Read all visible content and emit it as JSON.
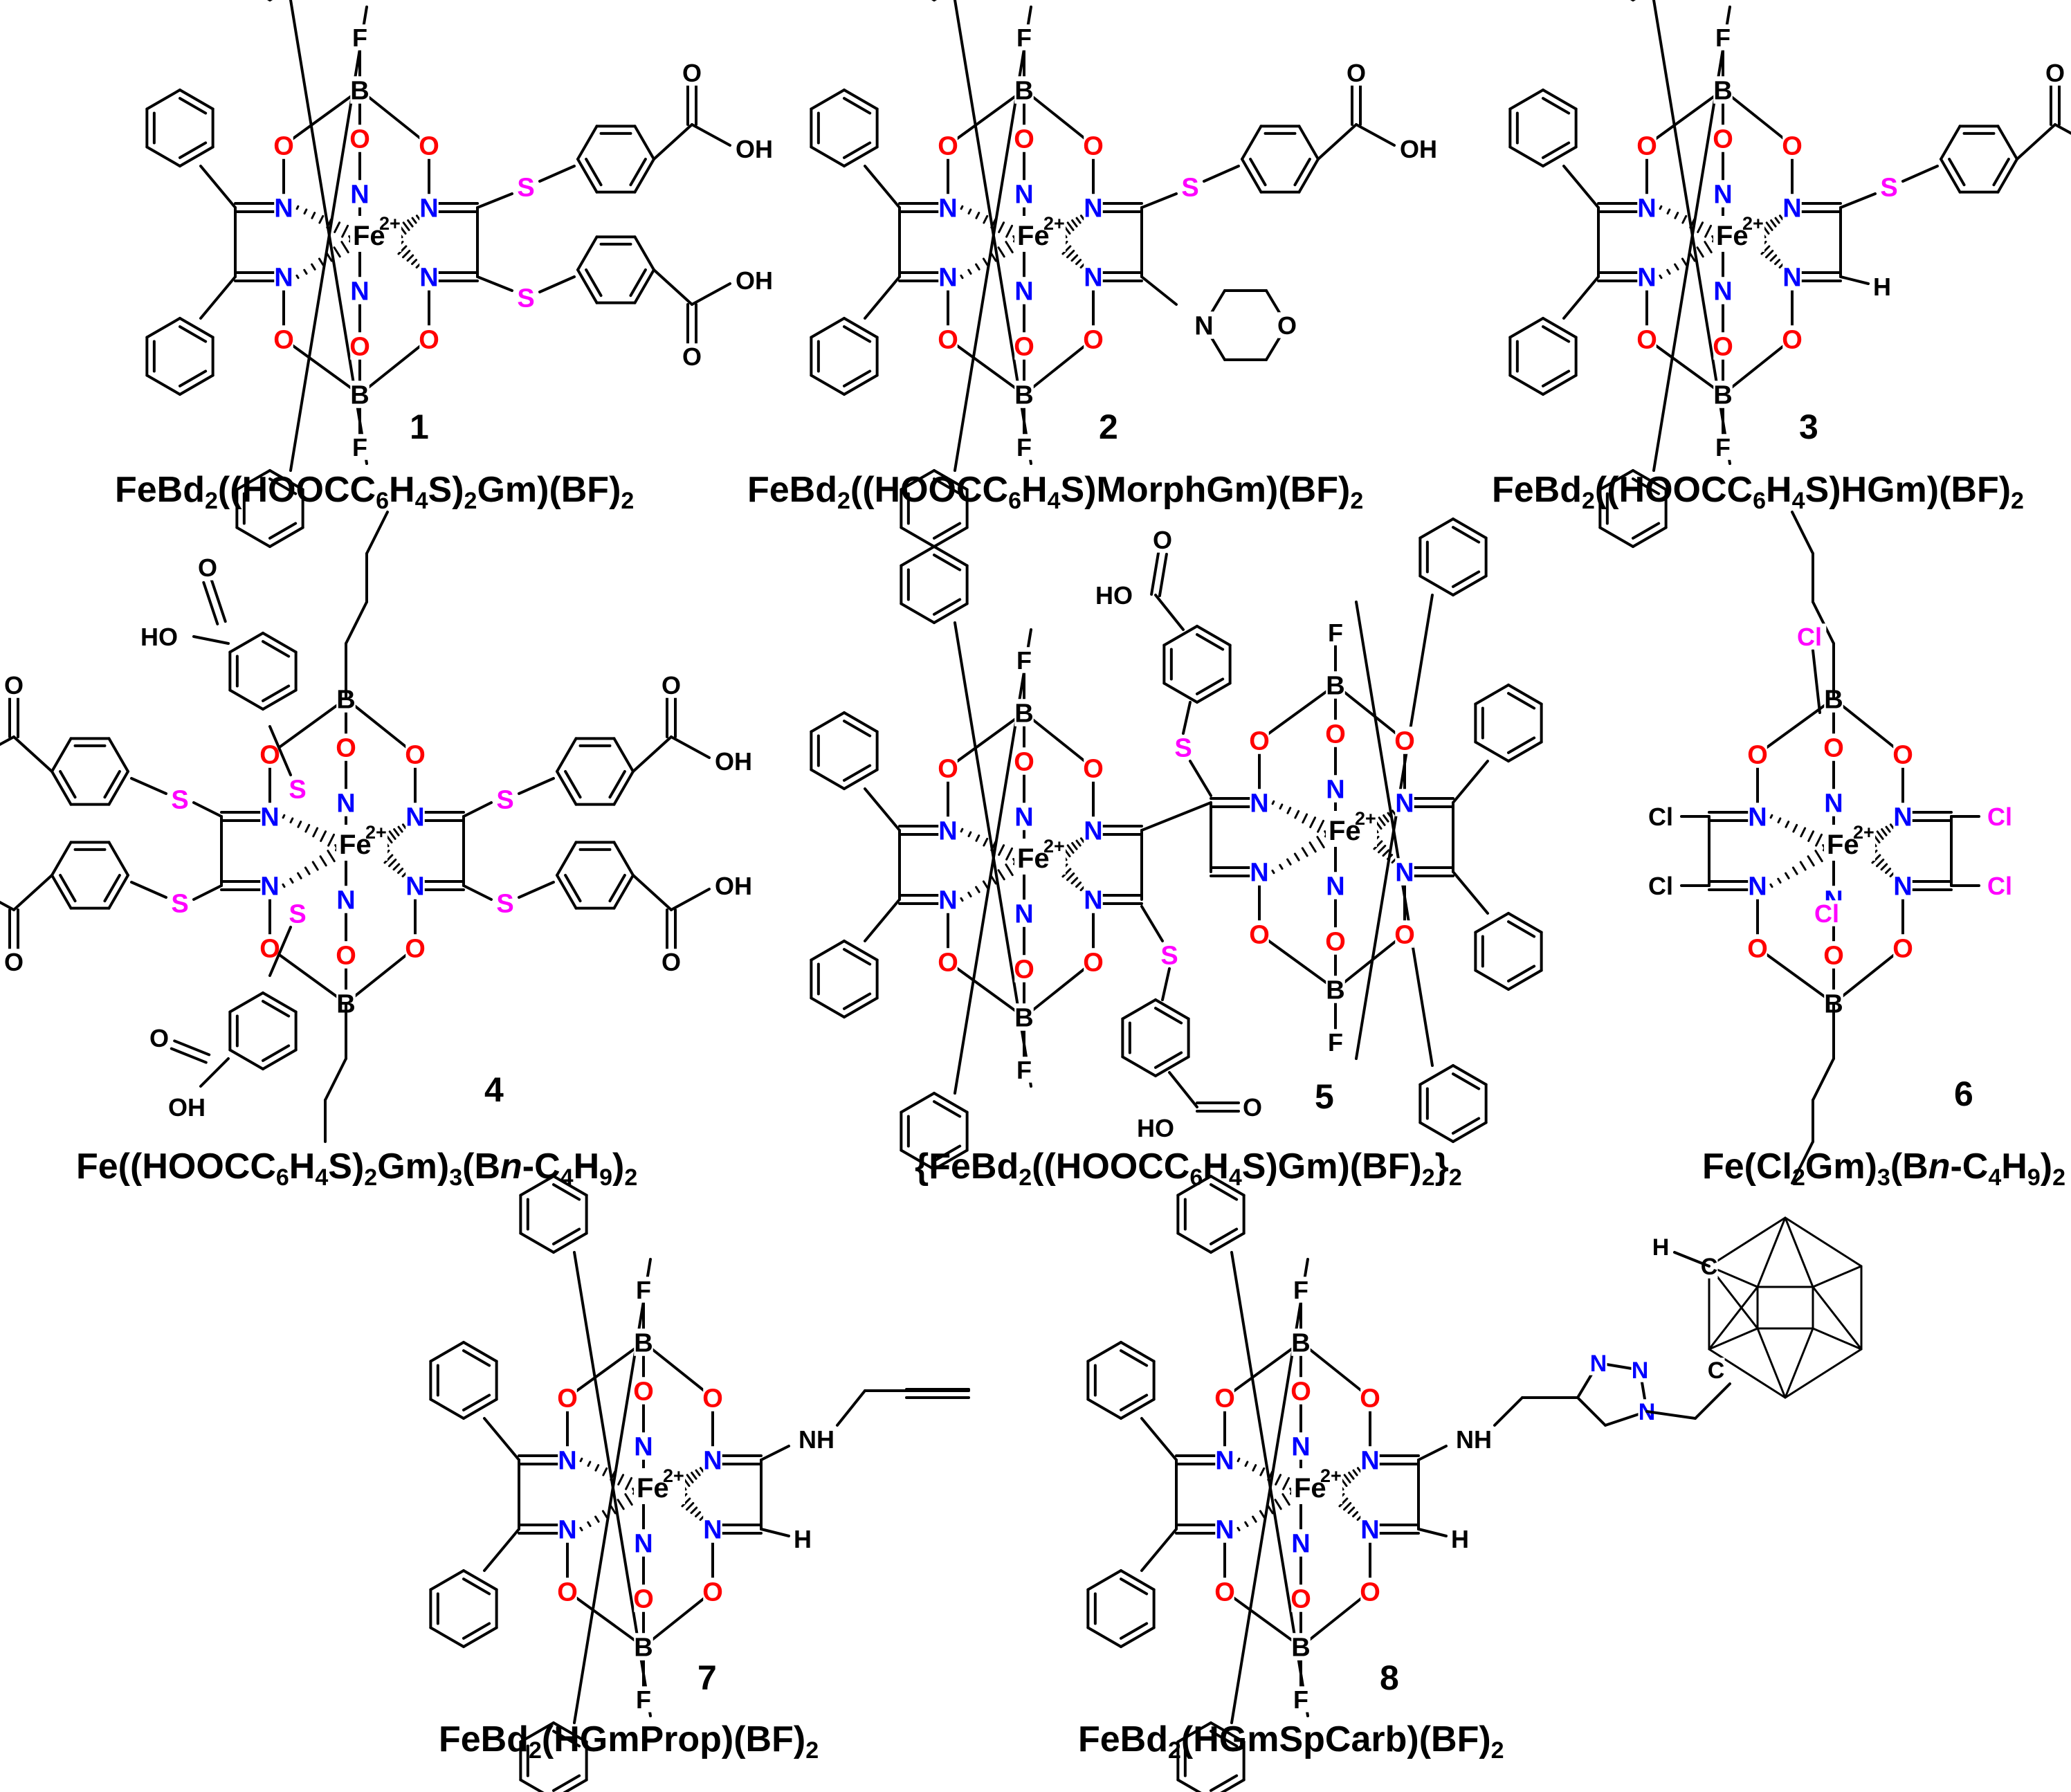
{
  "colors": {
    "bond": "#000000",
    "oxygen": "#ff0000",
    "nitrogen": "#0000ff",
    "sulfur": "#ff00ff",
    "chlorine": "#ff00ff",
    "text": "#000000"
  },
  "atoms": {
    "O": "O",
    "N": "N",
    "B": "B",
    "F": "F",
    "S": "S",
    "Cl": "Cl",
    "H": "H",
    "C": "C",
    "OH": "OH",
    "HO": "HO",
    "NH": "NH",
    "Fe": "Fe",
    "Fe_charge": "2+"
  },
  "compounds": [
    {
      "number": "1",
      "formula": [
        "FeBd",
        {
          "sub": "2"
        },
        "((HOOCC",
        {
          "sub": "6"
        },
        "H",
        {
          "sub": "4"
        },
        "S)",
        {
          "sub": "2"
        },
        "Gm)(BF)",
        {
          "sub": "2"
        }
      ]
    },
    {
      "number": "2",
      "formula": [
        "FeBd",
        {
          "sub": "2"
        },
        "((HOOCC",
        {
          "sub": "6"
        },
        "H",
        {
          "sub": "4"
        },
        "S)MorphGm)(BF)",
        {
          "sub": "2"
        }
      ]
    },
    {
      "number": "3",
      "formula": [
        "FeBd",
        {
          "sub": "2"
        },
        "((HOOCC",
        {
          "sub": "6"
        },
        "H",
        {
          "sub": "4"
        },
        "S)HGm)(BF)",
        {
          "sub": "2"
        }
      ]
    },
    {
      "number": "4",
      "formula": [
        "Fe((HOOCC",
        {
          "sub": "6"
        },
        "H",
        {
          "sub": "4"
        },
        "S)",
        {
          "sub": "2"
        },
        "Gm)",
        {
          "sub": "3"
        },
        "(B",
        {
          "i": "n"
        },
        "-C",
        {
          "sub": "4"
        },
        "H",
        {
          "sub": "9"
        },
        ")",
        {
          "sub": "2"
        }
      ]
    },
    {
      "number": "5",
      "formula": [
        "{FeBd",
        {
          "sub": "2"
        },
        "((HOOCC",
        {
          "sub": "6"
        },
        "H",
        {
          "sub": "4"
        },
        "S)Gm)(BF)",
        {
          "sub": "2"
        },
        "}",
        {
          "sub": "2"
        }
      ]
    },
    {
      "number": "6",
      "formula": [
        "Fe(Cl",
        {
          "sub": "2"
        },
        "Gm)",
        {
          "sub": "3"
        },
        "(B",
        {
          "i": "n"
        },
        "-C",
        {
          "sub": "4"
        },
        "H",
        {
          "sub": "9"
        },
        ")",
        {
          "sub": "2"
        }
      ]
    },
    {
      "number": "7",
      "formula": [
        "FeBd",
        {
          "sub": "2"
        },
        "(HGmProp)(BF)",
        {
          "sub": "2"
        }
      ]
    },
    {
      "number": "8",
      "formula": [
        "FeBd",
        {
          "sub": "2"
        },
        "(HGmSpCarb)(BF)",
        {
          "sub": "2"
        }
      ]
    }
  ]
}
